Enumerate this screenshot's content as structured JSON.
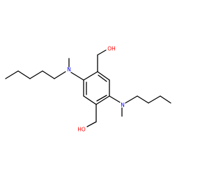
{
  "structure": {
    "atoms": {
      "n_left": "N",
      "n_right": "N",
      "oh_top": "OH",
      "oh_bottom": "HO"
    }
  },
  "colors": {
    "bond": "#000000",
    "nitrogen": "#0000ff",
    "oxygen": "#ff0000"
  }
}
